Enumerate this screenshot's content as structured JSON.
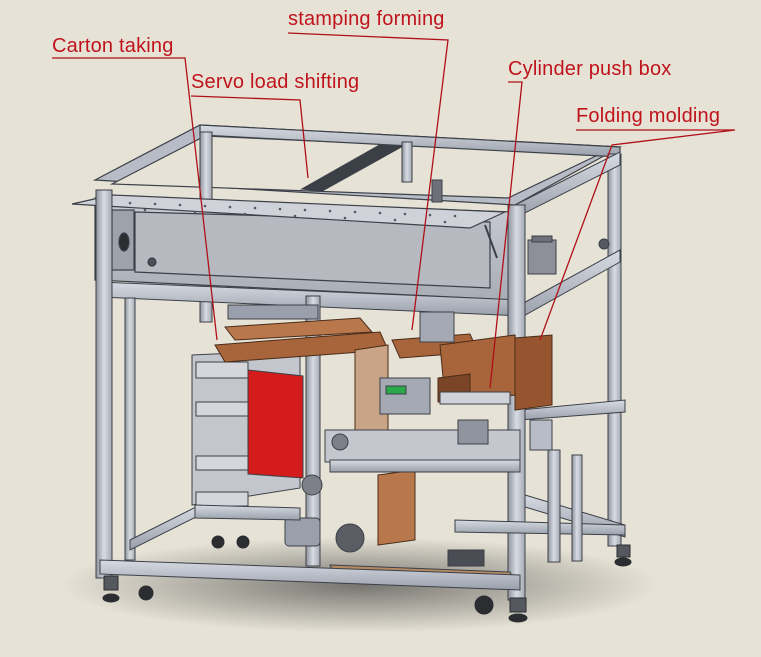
{
  "labels": {
    "carton_taking": "Carton taking",
    "stamping_forming": "stamping forming",
    "servo_load_shifting": "Servo load shifting",
    "cylinder_push_box": "Cylinder push box",
    "folding_molding": "Folding molding"
  },
  "colors": {
    "background": "#e6e2d6",
    "frame": "#b7bcc6",
    "frame_edge": "#3c4048",
    "carton": "#a8643a",
    "magazine_red": "#d41c1c",
    "leader": "#b01018",
    "label_text": "#c0141c"
  }
}
